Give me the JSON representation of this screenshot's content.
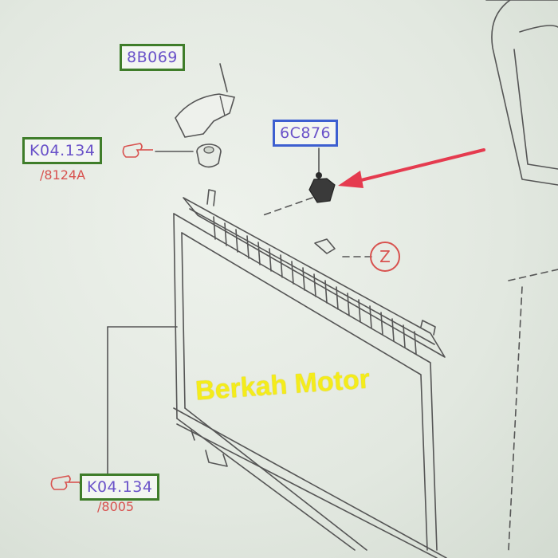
{
  "labels": {
    "part_8b069": "8B069",
    "part_6c876": "6C876",
    "part_k04_top": "K04.134",
    "ref_8124a": "/8124A",
    "part_k04_bottom": "K04.134",
    "ref_8005": "/8005",
    "circle_z": "Z"
  },
  "watermark": "Berkah Motor",
  "colors": {
    "green_box": "#3f7d2a",
    "blue_box": "#3d5fd0",
    "label_text": "#6a52c9",
    "reference_red": "#d8524f",
    "arrow_red": "#e53b4f",
    "watermark_yellow": "#f4ec1b",
    "line_art": "#555555"
  },
  "icons": [
    "pointing-hand-icon",
    "red-arrow-icon"
  ]
}
